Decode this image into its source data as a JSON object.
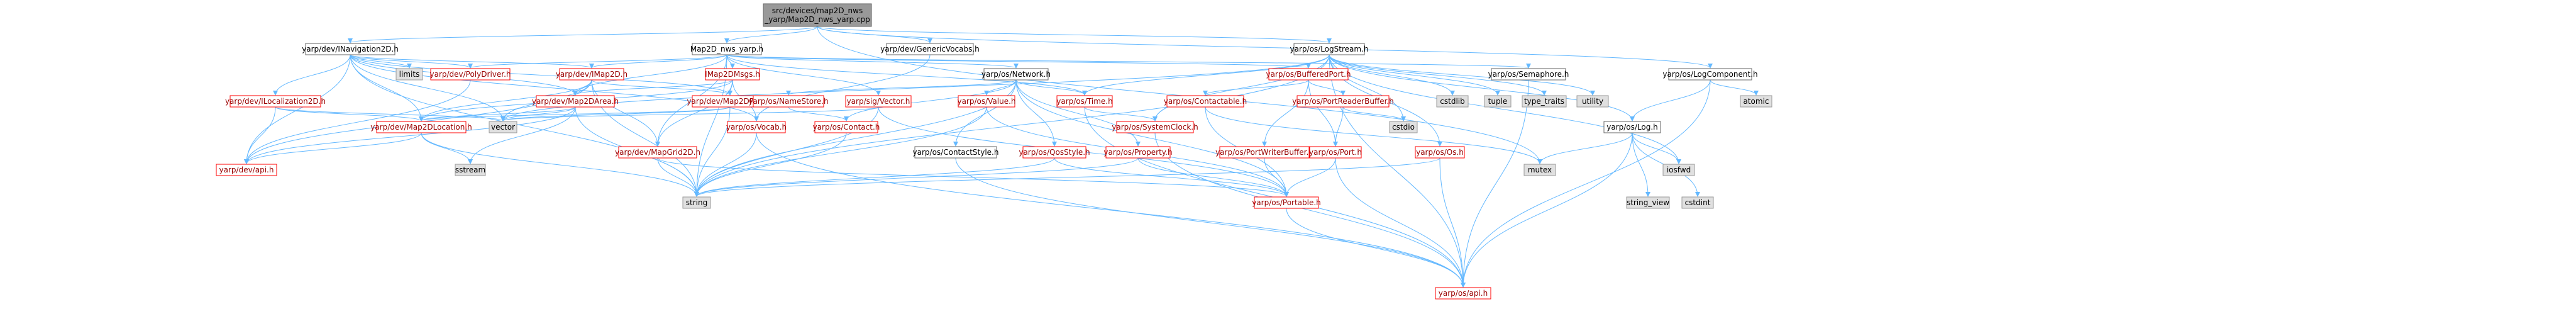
{
  "colors": {
    "root_fill": "#999999",
    "root_border": "#666666",
    "documented_fill": "#ffffff",
    "documented_border": "#666666",
    "documented_text": "#000000",
    "incomplete_fill": "#ffffff",
    "incomplete_border": "#ff0000",
    "incomplete_text": "#990000",
    "system_fill": "#e0e0e0",
    "system_border": "#999999",
    "system_text": "#000000",
    "edge": "#63b8ff"
  },
  "graph": {
    "nodes": [
      {
        "id": "root",
        "lines": [
          "src/devices/map2D_nws",
          "_yarp/Map2D_nws_yarp.cpp"
        ],
        "kind": "root"
      },
      {
        "id": "inav",
        "lines": [
          "yarp/dev/INavigation2D.h"
        ],
        "kind": "documented"
      },
      {
        "id": "map2dnws",
        "lines": [
          "Map2D_nws_yarp.h"
        ],
        "kind": "documented"
      },
      {
        "id": "genericvocabs",
        "lines": [
          "yarp/dev/GenericVocabs.h"
        ],
        "kind": "documented"
      },
      {
        "id": "logstream",
        "lines": [
          "yarp/os/LogStream.h"
        ],
        "kind": "documented"
      },
      {
        "id": "semaphore",
        "lines": [
          "yarp/os/Semaphore.h"
        ],
        "kind": "documented"
      },
      {
        "id": "logcomponent",
        "lines": [
          "yarp/os/LogComponent.h"
        ],
        "kind": "documented"
      },
      {
        "id": "limits",
        "lines": [
          "limits"
        ],
        "kind": "system"
      },
      {
        "id": "polydriver",
        "lines": [
          "yarp/dev/PolyDriver.h"
        ],
        "kind": "incomplete"
      },
      {
        "id": "imap2d",
        "lines": [
          "yarp/dev/IMap2D.h"
        ],
        "kind": "incomplete"
      },
      {
        "id": "imap2dmsgs",
        "lines": [
          "IMap2DMsgs.h"
        ],
        "kind": "incomplete"
      },
      {
        "id": "ilocalization",
        "lines": [
          "yarp/dev/ILocalization2D.h"
        ],
        "kind": "incomplete"
      },
      {
        "id": "network",
        "lines": [
          "yarp/os/Network.h"
        ],
        "kind": "documented"
      },
      {
        "id": "bufferedport",
        "lines": [
          "yarp/os/BufferedPort.h"
        ],
        "kind": "incomplete"
      },
      {
        "id": "map2darea",
        "lines": [
          "yarp/dev/Map2DArea.h"
        ],
        "kind": "incomplete"
      },
      {
        "id": "map2dpath",
        "lines": [
          "yarp/dev/Map2DPath.h"
        ],
        "kind": "incomplete"
      },
      {
        "id": "map2dlocation",
        "lines": [
          "yarp/dev/Map2DLocation.h"
        ],
        "kind": "incomplete"
      },
      {
        "id": "nodevector",
        "lines": [
          "vector"
        ],
        "kind": "system"
      },
      {
        "id": "mapgrid",
        "lines": [
          "yarp/dev/MapGrid2D.h"
        ],
        "kind": "incomplete"
      },
      {
        "id": "vocab",
        "lines": [
          "yarp/os/Vocab.h"
        ],
        "kind": "incomplete"
      },
      {
        "id": "sigvector",
        "lines": [
          "yarp/sig/Vector.h"
        ],
        "kind": "incomplete"
      },
      {
        "id": "namestore",
        "lines": [
          "yarp/os/NameStore.h"
        ],
        "kind": "incomplete"
      },
      {
        "id": "value",
        "lines": [
          "yarp/os/Value.h"
        ],
        "kind": "incomplete"
      },
      {
        "id": "time",
        "lines": [
          "yarp/os/Time.h"
        ],
        "kind": "incomplete"
      },
      {
        "id": "contactable",
        "lines": [
          "yarp/os/Contactable.h"
        ],
        "kind": "incomplete"
      },
      {
        "id": "portreaderbuffer",
        "lines": [
          "yarp/os/PortReaderBuffer.h"
        ],
        "kind": "incomplete"
      },
      {
        "id": "cstdlib",
        "lines": [
          "cstdlib"
        ],
        "kind": "system"
      },
      {
        "id": "tuple",
        "lines": [
          "tuple"
        ],
        "kind": "system"
      },
      {
        "id": "typetraits",
        "lines": [
          "type_traits"
        ],
        "kind": "system"
      },
      {
        "id": "utility",
        "lines": [
          "utility"
        ],
        "kind": "system"
      },
      {
        "id": "atomic",
        "lines": [
          "atomic"
        ],
        "kind": "system"
      },
      {
        "id": "contact",
        "lines": [
          "yarp/os/Contact.h"
        ],
        "kind": "incomplete"
      },
      {
        "id": "contactstyle",
        "lines": [
          "yarp/os/ContactStyle.h"
        ],
        "kind": "documented"
      },
      {
        "id": "qosstyle",
        "lines": [
          "yarp/os/QosStyle.h"
        ],
        "kind": "incomplete"
      },
      {
        "id": "property",
        "lines": [
          "yarp/os/Property.h"
        ],
        "kind": "incomplete"
      },
      {
        "id": "systemclock",
        "lines": [
          "yarp/os/SystemClock.h"
        ],
        "kind": "incomplete"
      },
      {
        "id": "portwriterbuffer",
        "lines": [
          "yarp/os/PortWriterBuffer.h"
        ],
        "kind": "incomplete"
      },
      {
        "id": "port",
        "lines": [
          "yarp/os/Port.h"
        ],
        "kind": "incomplete"
      },
      {
        "id": "cstdio",
        "lines": [
          "cstdio"
        ],
        "kind": "system"
      },
      {
        "id": "os",
        "lines": [
          "yarp/os/Os.h"
        ],
        "kind": "incomplete"
      },
      {
        "id": "log",
        "lines": [
          "yarp/os/Log.h"
        ],
        "kind": "documented"
      },
      {
        "id": "mutex",
        "lines": [
          "mutex"
        ],
        "kind": "system"
      },
      {
        "id": "iosfwd",
        "lines": [
          "iosfwd"
        ],
        "kind": "system"
      },
      {
        "id": "stringview",
        "lines": [
          "string_view"
        ],
        "kind": "system"
      },
      {
        "id": "cstdint",
        "lines": [
          "cstdint"
        ],
        "kind": "system"
      },
      {
        "id": "devapi",
        "lines": [
          "yarp/dev/api.h"
        ],
        "kind": "incomplete"
      },
      {
        "id": "sstream",
        "lines": [
          "sstream"
        ],
        "kind": "system"
      },
      {
        "id": "string",
        "lines": [
          "string"
        ],
        "kind": "system"
      },
      {
        "id": "portable",
        "lines": [
          "yarp/os/Portable.h"
        ],
        "kind": "incomplete"
      },
      {
        "id": "osapi",
        "lines": [
          "yarp/os/api.h"
        ],
        "kind": "incomplete"
      }
    ],
    "edges": [
      [
        "root",
        "inav"
      ],
      [
        "root",
        "map2dnws"
      ],
      [
        "root",
        "genericvocabs"
      ],
      [
        "root",
        "logstream"
      ],
      [
        "root",
        "logcomponent"
      ],
      [
        "root",
        "mutex"
      ],
      [
        "inav",
        "limits"
      ],
      [
        "inav",
        "polydriver"
      ],
      [
        "inav",
        "imap2d"
      ],
      [
        "inav",
        "ilocalization"
      ],
      [
        "inav",
        "map2dlocation"
      ],
      [
        "inav",
        "map2darea"
      ],
      [
        "inav",
        "map2dpath"
      ],
      [
        "inav",
        "devapi"
      ],
      [
        "inav",
        "vocab"
      ],
      [
        "inav",
        "nodevector"
      ],
      [
        "inav",
        "string"
      ],
      [
        "map2dnws",
        "imap2d"
      ],
      [
        "map2dnws",
        "imap2dmsgs"
      ],
      [
        "map2dnws",
        "network"
      ],
      [
        "map2dnws",
        "bufferedport"
      ],
      [
        "map2dnws",
        "semaphore"
      ],
      [
        "map2dnws",
        "time"
      ],
      [
        "map2dnws",
        "polydriver"
      ],
      [
        "map2dnws",
        "map2darea"
      ],
      [
        "map2dnws",
        "mapgrid"
      ],
      [
        "map2dnws",
        "sigvector"
      ],
      [
        "map2dnws",
        "string"
      ],
      [
        "genericvocabs",
        "vocab"
      ],
      [
        "polydriver",
        "devapi"
      ],
      [
        "imap2d",
        "map2darea"
      ],
      [
        "imap2d",
        "map2dpath"
      ],
      [
        "imap2d",
        "map2dlocation"
      ],
      [
        "imap2d",
        "mapgrid"
      ],
      [
        "imap2d",
        "nodevector"
      ],
      [
        "imap2d",
        "string"
      ],
      [
        "imap2d",
        "devapi"
      ],
      [
        "imap2dmsgs",
        "map2dpath"
      ],
      [
        "imap2dmsgs",
        "map2darea"
      ],
      [
        "imap2dmsgs",
        "map2dlocation"
      ],
      [
        "imap2dmsgs",
        "mapgrid"
      ],
      [
        "imap2dmsgs",
        "vocab"
      ],
      [
        "ilocalization",
        "map2dlocation"
      ],
      [
        "ilocalization",
        "devapi"
      ],
      [
        "ilocalization",
        "nodevector"
      ],
      [
        "map2darea",
        "map2dlocation"
      ],
      [
        "map2darea",
        "nodevector"
      ],
      [
        "map2darea",
        "devapi"
      ],
      [
        "map2darea",
        "sstream"
      ],
      [
        "map2darea",
        "string"
      ],
      [
        "map2dpath",
        "map2dlocation"
      ],
      [
        "map2dpath",
        "nodevector"
      ],
      [
        "map2dpath",
        "string"
      ],
      [
        "map2dlocation",
        "devapi"
      ],
      [
        "map2dlocation",
        "sstream"
      ],
      [
        "map2dlocation",
        "string"
      ],
      [
        "mapgrid",
        "string"
      ],
      [
        "mapgrid",
        "portable"
      ],
      [
        "vocab",
        "string"
      ],
      [
        "vocab",
        "osapi"
      ],
      [
        "network",
        "namestore"
      ],
      [
        "network",
        "value"
      ],
      [
        "network",
        "time"
      ],
      [
        "network",
        "contact"
      ],
      [
        "network",
        "contactstyle"
      ],
      [
        "network",
        "qosstyle"
      ],
      [
        "network",
        "property"
      ],
      [
        "network",
        "portable"
      ],
      [
        "network",
        "string"
      ],
      [
        "bufferedport",
        "contactable"
      ],
      [
        "bufferedport",
        "port"
      ],
      [
        "bufferedport",
        "portreaderbuffer"
      ],
      [
        "bufferedport",
        "portwriterbuffer"
      ],
      [
        "sigvector",
        "portable"
      ],
      [
        "sigvector",
        "string"
      ],
      [
        "sigvector",
        "vector"
      ],
      [
        "namestore",
        "contact"
      ],
      [
        "value",
        "portable"
      ],
      [
        "value",
        "string"
      ],
      [
        "time",
        "systemclock"
      ],
      [
        "time",
        "osapi"
      ],
      [
        "contactable",
        "portable"
      ],
      [
        "contactable",
        "mutex"
      ],
      [
        "portreaderbuffer",
        "port"
      ],
      [
        "portreaderbuffer",
        "cstdio"
      ],
      [
        "contact",
        "string"
      ],
      [
        "contactstyle",
        "osapi"
      ],
      [
        "qosstyle",
        "portable"
      ],
      [
        "qosstyle",
        "string"
      ],
      [
        "property",
        "portable"
      ],
      [
        "property",
        "string"
      ],
      [
        "systemclock",
        "osapi"
      ],
      [
        "portwriterbuffer",
        "portable"
      ],
      [
        "port",
        "osapi"
      ],
      [
        "port",
        "portable"
      ],
      [
        "os",
        "string"
      ],
      [
        "os",
        "osapi"
      ],
      [
        "logstream",
        "cstdlib"
      ],
      [
        "logstream",
        "tuple"
      ],
      [
        "logstream",
        "typetraits"
      ],
      [
        "logstream",
        "utility"
      ],
      [
        "logstream",
        "log"
      ],
      [
        "logstream",
        "iosfwd"
      ],
      [
        "logstream",
        "os"
      ],
      [
        "logstream",
        "time"
      ],
      [
        "logstream",
        "systemclock"
      ],
      [
        "logstream",
        "string"
      ],
      [
        "logstream",
        "vector"
      ],
      [
        "logstream",
        "cstdio"
      ],
      [
        "logstream",
        "osapi"
      ],
      [
        "semaphore",
        "osapi"
      ],
      [
        "logcomponent",
        "atomic"
      ],
      [
        "logcomponent",
        "log"
      ],
      [
        "logcomponent",
        "osapi"
      ],
      [
        "log",
        "mutex"
      ],
      [
        "log",
        "iosfwd"
      ],
      [
        "log",
        "stringview"
      ],
      [
        "log",
        "cstdint"
      ],
      [
        "log",
        "osapi"
      ],
      [
        "portable",
        "osapi"
      ]
    ]
  }
}
